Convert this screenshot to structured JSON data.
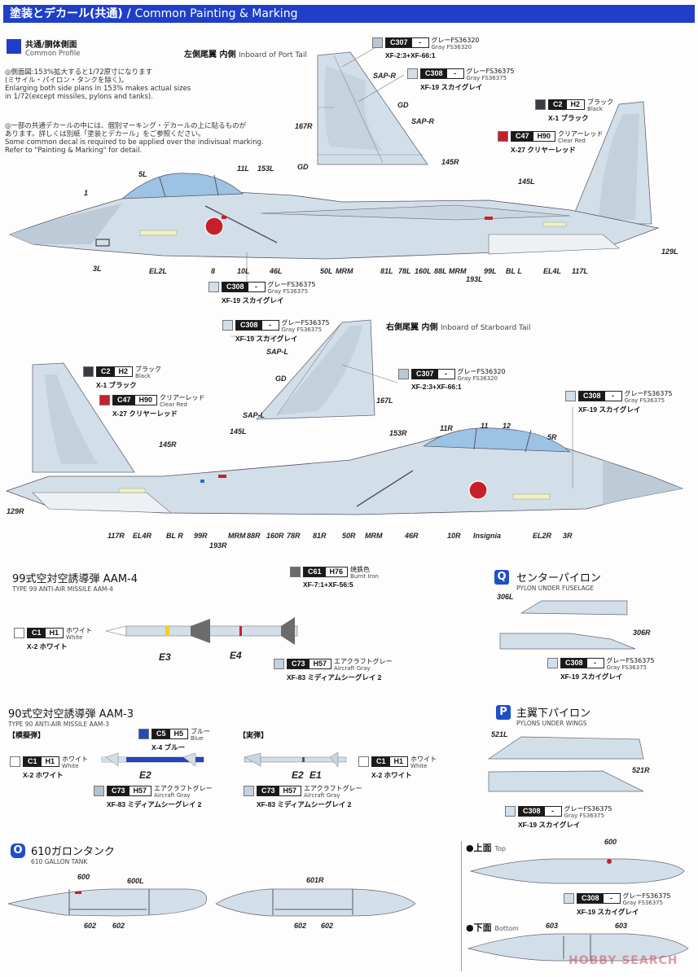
{
  "header": {
    "title_jp": "塗装とデカール(共通)",
    "separator": " / ",
    "title_en": "Common Painting & Marking"
  },
  "profile_section": {
    "title_jp": "共通/胴体側面",
    "title_en": "Common Profile"
  },
  "notes": [
    {
      "jp1": "◎側面図:153%拡大すると1/72原寸になります",
      "jp2": "(ミサイル・パイロン・タンクを除く)。",
      "en1": "Enlarging both side plans in 153% makes actual sizes",
      "en2": "in 1/72(except missiles, pylons and tanks)."
    },
    {
      "jp1": "◎一部の共通デカールの中には、個別マーキング・デカールの上に貼るものが",
      "jp2": "あります。詳しくは別紙「塗装とデカール」をご参照ください。",
      "en1": "Some common decal is required to be applied over the indivisual marking.",
      "en2": "Refer to \"Painting & Marking\" for detail."
    }
  ],
  "colors": {
    "c307": {
      "code": "C307",
      "h": "-",
      "name_jp": "グレーFS36320",
      "name_en": "Gray FS36320",
      "mix": "XF-2:3+XF-66:1",
      "hex": "#b9c7d2"
    },
    "c308": {
      "code": "C308",
      "h": "-",
      "name_jp": "グレーFS36375",
      "name_en": "Gray FS36375",
      "mix": "XF-19 スカイグレイ",
      "hex": "#d3dfe8"
    },
    "c2": {
      "code": "C2",
      "h": "H2",
      "name_jp": "ブラック",
      "name_en": "Black",
      "mix": "X-1 ブラック",
      "hex": "#3a3a44"
    },
    "c47": {
      "code": "C47",
      "h": "H90",
      "name_jp": "クリアーレッド",
      "name_en": "Clear Red",
      "mix": "X-27 クリヤーレッド",
      "hex": "#c8202a"
    },
    "c1": {
      "code": "C1",
      "h": "H1",
      "name_jp": "ホワイト",
      "name_en": "White",
      "mix": "X-2 ホワイト",
      "hex": "#ffffff"
    },
    "c61": {
      "code": "C61",
      "h": "H76",
      "name_jp": "焼鉄色",
      "name_en": "Burnt Iron",
      "mix": "XF-7:1+XF-56:5",
      "hex": "#6b6b6b"
    },
    "c73": {
      "code": "C73",
      "h": "H57",
      "name_jp": "エアクラフトグレー",
      "name_en": "Aircraft Gray",
      "mix": "XF-83 ミディアムシーグレイ 2",
      "hex": "#c5d2dc"
    },
    "c5": {
      "code": "C5",
      "h": "H5",
      "name_jp": "ブルー",
      "name_en": "Blue",
      "mix": "X-4 ブルー",
      "hex": "#2746c0"
    }
  },
  "port_tail": {
    "title_jp": "左側尾翼 内側",
    "title_en": "Inboard of Port Tail",
    "labels": [
      "SAP-R",
      "GD",
      "SAP-R",
      "167R",
      "145R",
      "GD"
    ]
  },
  "starboard_tail": {
    "title_jp": "右側尾翼 内側",
    "title_en": "Inboard of Starboard Tail",
    "labels": [
      "SAP-L",
      "GD",
      "SAP-L",
      "145L",
      "167L"
    ]
  },
  "left_profile_labels": {
    "top": [
      "1",
      "5L",
      "11L",
      "153L",
      "145L"
    ],
    "bottom": [
      "3L",
      "EL2L",
      "8",
      "10L",
      "46L",
      "50L",
      "MRM",
      "81L",
      "78L",
      "160L",
      "88L",
      "MRM",
      "193L",
      "99L",
      "BL L",
      "EL4L",
      "117L",
      "129L"
    ]
  },
  "right_profile_labels": {
    "top": [
      "145R",
      "153R",
      "11R",
      "11",
      "12",
      "5R"
    ],
    "bottom": [
      "129R",
      "117R",
      "EL4R",
      "BL R",
      "99R",
      "193R",
      "MRM",
      "88R",
      "160R",
      "78R",
      "81R",
      "50R",
      "MRM",
      "46R",
      "10R",
      "Insignia",
      "EL2R",
      "3R"
    ]
  },
  "aam4": {
    "title_jp": "99式空対空誘導弾 AAM-4",
    "title_en": "TYPE 99 ANTI-AIR MISSILE AAM-4",
    "labels": [
      "E3",
      "E4"
    ]
  },
  "aam3": {
    "title_jp": "90式空対空誘導弾 AAM-3",
    "title_en": "TYPE 90 ANTI-AIR MISSILE AAM-3",
    "dummy_label": "【模擬弾】",
    "live_label": "【実弾】",
    "dummy_labels": [
      "E2"
    ],
    "live_labels": [
      "E2",
      "E1"
    ]
  },
  "pylon_q": {
    "badge": "Q",
    "title_jp": "センターパイロン",
    "title_en": "PYLON UNDER FUSELAGE",
    "labels": [
      "306L",
      "306R"
    ]
  },
  "pylon_p": {
    "badge": "P",
    "title_jp": "主翼下パイロン",
    "title_en": "PYLONS UNDER WINGS",
    "labels": [
      "521L",
      "521R"
    ]
  },
  "tank_o": {
    "badge": "O",
    "title_jp": "610ガロンタンク",
    "title_en": "610 GALLON TANK",
    "left_labels": [
      "600",
      "600L",
      "602",
      "602"
    ],
    "right_labels": [
      "601R",
      "602",
      "602"
    ]
  },
  "tank_views": {
    "top_jp": "●上面",
    "top_en": "Top",
    "bottom_jp": "●下面",
    "bottom_en": "Bottom",
    "top_labels": [
      "600"
    ],
    "bottom_labels": [
      "603",
      "603"
    ]
  },
  "watermark": "HOBBY SEARCH"
}
